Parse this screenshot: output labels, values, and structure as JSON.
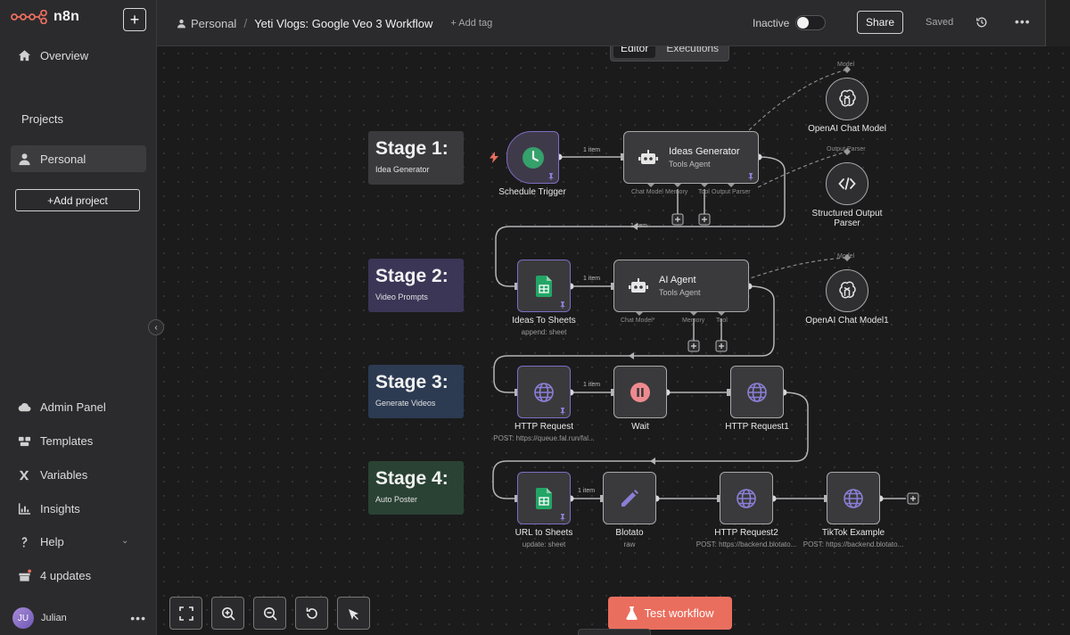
{
  "app": {
    "name": "n8n",
    "accent": "#ea6e5e"
  },
  "sidebar": {
    "overview": "Overview",
    "projects_heading": "Projects",
    "personal": "Personal",
    "add_project": "+Add project",
    "bottom_items": [
      "Admin Panel",
      "Templates",
      "Variables",
      "Insights",
      "Help",
      "4 updates"
    ],
    "user": {
      "initials": "JU",
      "name": "Julian"
    }
  },
  "header": {
    "project": "Personal",
    "workflow_title": "Yeti Vlogs: Google Veo 3 Workflow",
    "add_tag": "+ Add tag",
    "status": "Inactive",
    "share": "Share",
    "saved": "Saved"
  },
  "tabs": [
    "Editor",
    "Executions"
  ],
  "stages": [
    {
      "title": "Stage 1:",
      "subtitle": "Idea Generator",
      "color": "#3a3a3c"
    },
    {
      "title": "Stage 2:",
      "subtitle": "Video Prompts",
      "color": "#3b3556"
    },
    {
      "title": "Stage 3:",
      "subtitle": "Generate Videos",
      "color": "#2c3a52"
    },
    {
      "title": "Stage 4:",
      "subtitle": "Auto Poster",
      "color": "#2a4234"
    }
  ],
  "nodes": {
    "schedule": {
      "label": "Schedule Trigger"
    },
    "ideas_gen": {
      "title": "Ideas Generator",
      "sub": "Tools Agent"
    },
    "openai1": {
      "label": "OpenAI Chat Model"
    },
    "parser": {
      "label": "Structured Output Parser"
    },
    "ideas_sheets": {
      "label": "Ideas To Sheets",
      "sub": "append: sheet"
    },
    "ai_agent": {
      "title": "AI Agent",
      "sub": "Tools Agent"
    },
    "openai2": {
      "label": "OpenAI Chat Model1"
    },
    "http1": {
      "label": "HTTP Request",
      "sub": "POST: https://queue.fal.run/fal..."
    },
    "wait": {
      "label": "Wait"
    },
    "http2": {
      "label": "HTTP Request1"
    },
    "url_sheets": {
      "label": "URL to Sheets",
      "sub": "update: sheet"
    },
    "blotato": {
      "label": "Blotato",
      "sub": "raw"
    },
    "http3": {
      "label": "HTTP Request2",
      "sub": "POST: https://backend.blotato..."
    },
    "tiktok": {
      "label": "TikTok Example",
      "sub": "POST: https://backend.blotato..."
    }
  },
  "port_labels": {
    "model": "Model",
    "output_parser": "Output Parser",
    "chat_model": "Chat Model",
    "chat_model_star": "Chat Model*",
    "memory": "Memory",
    "tool": "Tool",
    "output_parser_short": "Output Parser"
  },
  "connection_label": "1 item",
  "test_button": "Test workflow"
}
